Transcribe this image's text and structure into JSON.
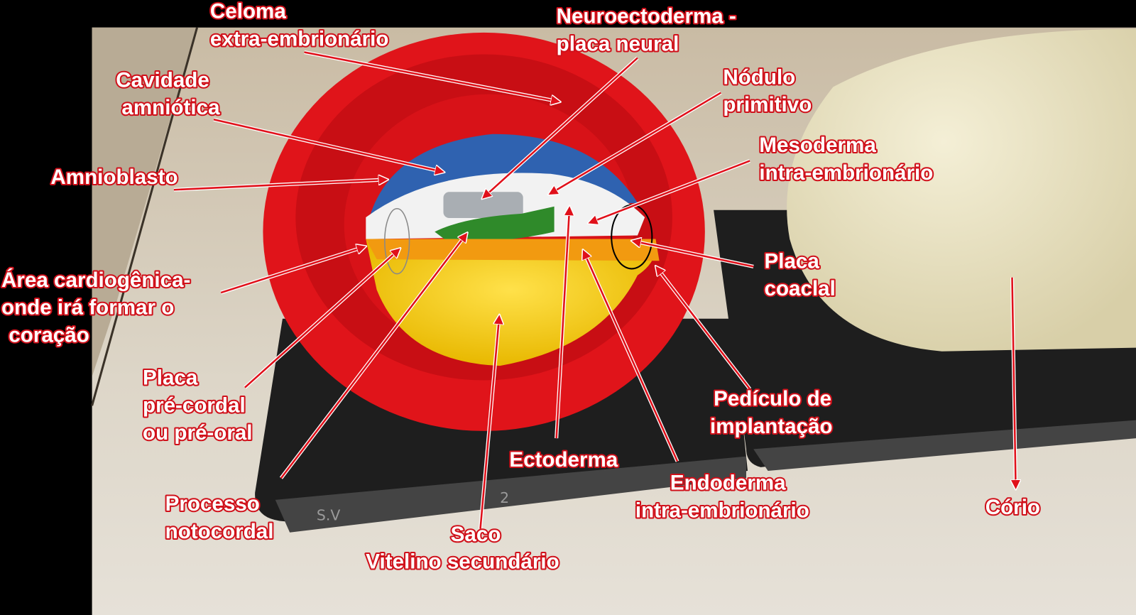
{
  "labels": {
    "celoma": [
      "Celoma",
      "extra-embrionário"
    ],
    "neuroectoderma": [
      "Neuroectoderma -",
      "placa neural"
    ],
    "cavidade": [
      "Cavidade",
      "amniótica"
    ],
    "nodulo": [
      "Nódulo",
      "primitivo"
    ],
    "mesoderma": [
      "Mesoderma",
      "intra-embrionário"
    ],
    "amnioblasto": [
      "Amnioblasto"
    ],
    "area": [
      "Área cardiogênica-",
      "onde irá formar o",
      " coração"
    ],
    "placa_coaclal": [
      "Placa",
      "coaclal"
    ],
    "placa_precordal": [
      "Placa",
      "pré-cordal",
      "ou pré-oral"
    ],
    "pediculo": [
      "Pedículo de",
      "implantação"
    ],
    "ectoderma": [
      "Ectoderma"
    ],
    "endoderma": [
      "Endoderma",
      "intra-embrionário"
    ],
    "corio": [
      "Cório"
    ],
    "processo": [
      "Processo",
      "notocordal"
    ],
    "saco": [
      "Saco",
      "Vitelino secundário"
    ]
  },
  "model_markings": {
    "stand_code": "S.V",
    "stand_number": "2"
  },
  "colors": {
    "label_outline": "#d0101a",
    "arrow": "#e0101a",
    "label_fill": "#ffffff",
    "background": "#000000"
  }
}
